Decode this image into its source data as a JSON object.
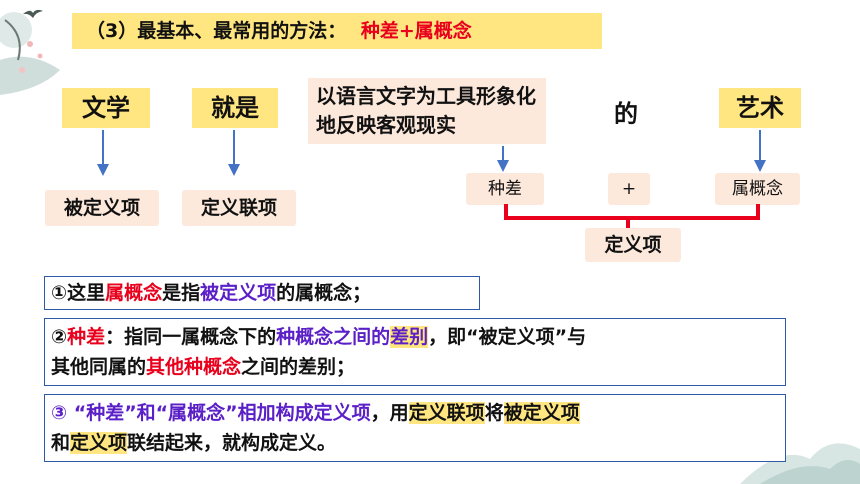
{
  "header": {
    "prefix": "（3）最基本、最常用的方法：",
    "highlight": "种差+属概念"
  },
  "definition_row": {
    "term": "文学",
    "connector": "就是",
    "differentia": "以语言文字为工具形象化地反映客观现实",
    "particle": "的",
    "genus": "艺术"
  },
  "labels": {
    "term_label": "被定义项",
    "connector_label": "定义联项",
    "differentia_label": "种差",
    "plus": "+",
    "genus_label": "属概念",
    "definiens_label": "定义项"
  },
  "notes": {
    "note1": {
      "p1": "①这里",
      "p2": "属概念",
      "p3": "是指",
      "p4": "被定义项",
      "p5": "的属概念；"
    },
    "note2": {
      "p1": "②",
      "p2": "种差",
      "p3": "：指同一属概念下的",
      "p4": "种概念之间的",
      "p5": "差别",
      "p6": "，即“被定义项”与",
      "p7": "其他同属的",
      "p8": "其他种概念",
      "p9": "之间的差别；"
    },
    "note3": {
      "p1": "③ “种差”和“属概念”相加构成定义项",
      "p2": "，用",
      "p3": "定义联项",
      "p4": "将",
      "p5": "被定义项",
      "p6": "和",
      "p7": "定义项",
      "p8": "联结起来，就构成定义。"
    }
  },
  "colors": {
    "accent_red": "#e8001c",
    "accent_purple": "#5a1fc6",
    "highlight_yellow": "#ffe680",
    "pink_box": "#fde9dc",
    "arrow_blue": "#4472c4",
    "border_blue": "#2f5aa8"
  }
}
